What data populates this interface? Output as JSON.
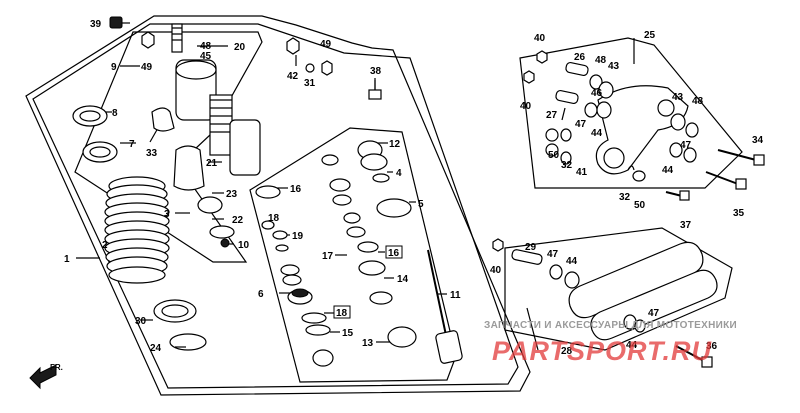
{
  "diagram": {
    "callouts": {
      "c1": "1",
      "c2": "2",
      "c3": "3",
      "c4": "4",
      "c5": "5",
      "c6": "6",
      "c7": "7",
      "c8": "8",
      "c9": "9",
      "c10": "10",
      "c11": "11",
      "c12": "12",
      "c13": "13",
      "c14": "14",
      "c15": "15",
      "c16a": "16",
      "c16b": "16",
      "c17": "17",
      "c18a": "18",
      "c18b": "18",
      "c19": "19",
      "c20": "20",
      "c21": "21",
      "c22": "22",
      "c23": "23",
      "c24": "24",
      "c25": "25",
      "c26": "26",
      "c27": "27",
      "c28": "28",
      "c29": "29",
      "c30": "30",
      "c31": "31",
      "c32a": "32",
      "c32b": "32",
      "c33": "33",
      "c34": "34",
      "c35": "35",
      "c36": "36",
      "c37": "37",
      "c38": "38",
      "c39": "39",
      "c40a": "40",
      "c40b": "40",
      "c40c": "40",
      "c41": "41",
      "c42": "42",
      "c43a": "43",
      "c43b": "43",
      "c44a": "44",
      "c44b": "44",
      "c44c": "44",
      "c45": "45",
      "c46": "46",
      "c47a": "47",
      "c47b": "47",
      "c47c": "47",
      "c47d": "47",
      "c48a": "48",
      "c48b": "48",
      "c48c": "48",
      "c49a": "49",
      "c49b": "49",
      "c50a": "50",
      "c50b": "50"
    },
    "direction_label": "FR."
  },
  "watermark": {
    "caption": "ЗАПЧАСТИ И АКСЕССУАРЫ ДЛЯ МОТОТЕХНИКИ",
    "brand": "PARTSPORT.RU"
  }
}
